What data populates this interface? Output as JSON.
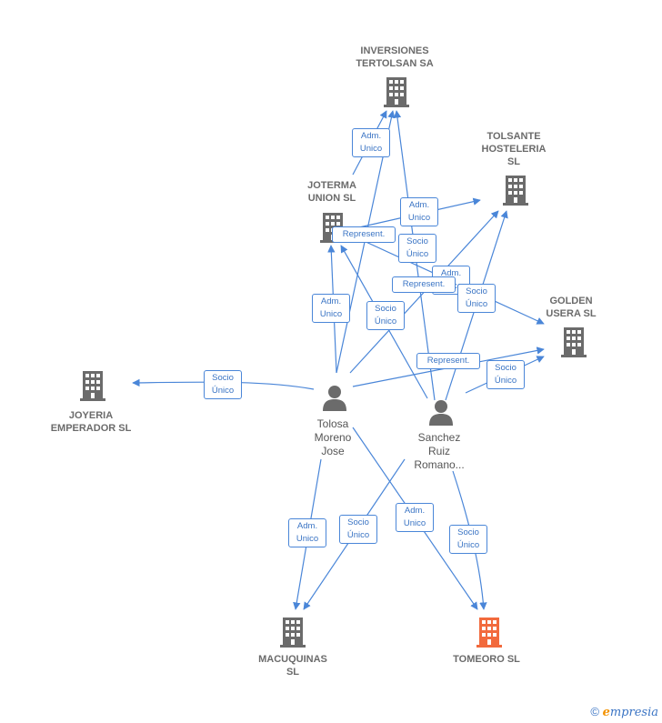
{
  "colors": {
    "edge": "#4a86d8",
    "company": "#6b6b6b",
    "highlight": "#f26a3d",
    "person": "#6b6b6b"
  },
  "nodes": {
    "inversiones": {
      "label": "INVERSIONES\nTERTOLSAN SA"
    },
    "tolsante": {
      "label": "TOLSANTE\nHOSTELERIA\nSL"
    },
    "joterma": {
      "label": "JOTERMA\nUNION  SL"
    },
    "golden": {
      "label": "GOLDEN\nUSERA  SL"
    },
    "joyeria": {
      "label": "JOYERIA\nEMPERADOR SL"
    },
    "macuquinas": {
      "label": "MACUQUINAS\nSL"
    },
    "tomeoro": {
      "label": "TOMEORO  SL"
    },
    "tolosa": {
      "label": "Tolosa\nMoreno\nJose"
    },
    "sanchez": {
      "label": "Sanchez\nRuiz\nRomano..."
    }
  },
  "edges": [
    {
      "label": "Adm.\nUnico"
    },
    {
      "label": "Adm.\nUnico"
    },
    {
      "label": "Represent."
    },
    {
      "label": "Socio\nÚnico"
    },
    {
      "label": "Adm.\nUnico"
    },
    {
      "label": "Represent."
    },
    {
      "label": "Socio\nÚnico"
    },
    {
      "label": "Adm.\nUnico"
    },
    {
      "label": "Socio\nÚnico"
    },
    {
      "label": "Represent."
    },
    {
      "label": "Socio\nÚnico"
    },
    {
      "label": "Socio\nÚnico"
    },
    {
      "label": "Adm.\nUnico"
    },
    {
      "label": "Socio\nÚnico"
    },
    {
      "label": "Adm.\nUnico"
    },
    {
      "label": "Socio\nÚnico"
    }
  ],
  "footer": {
    "copyright": "©",
    "brand_e": "e",
    "brand_rest": "mpresia"
  }
}
